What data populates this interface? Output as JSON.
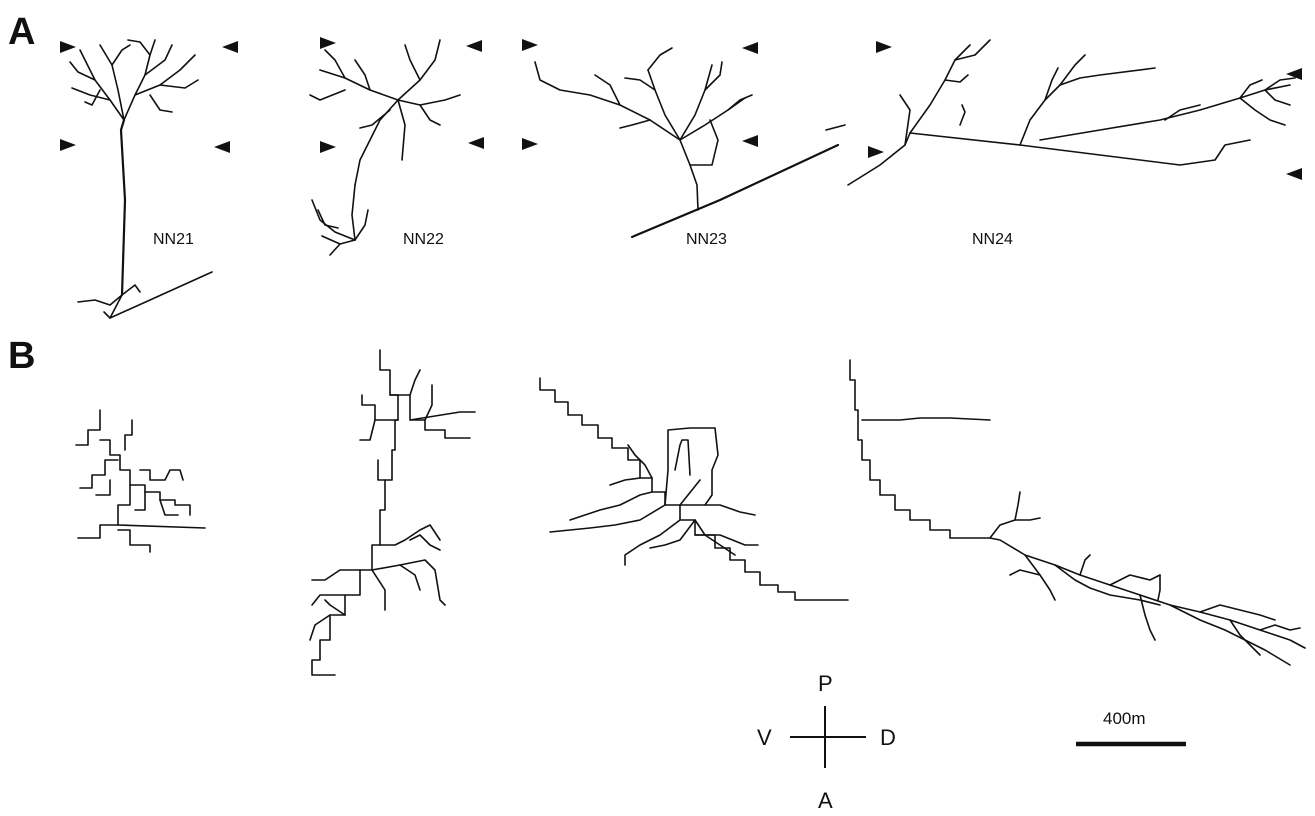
{
  "panels": {
    "a": {
      "letter": "A",
      "neurons": [
        {
          "label": "NN21"
        },
        {
          "label": "NN22"
        },
        {
          "label": "NN23"
        },
        {
          "label": "NN24"
        }
      ]
    },
    "b": {
      "letter": "B"
    }
  },
  "orientation": {
    "posterior": "P",
    "anterior": "A",
    "ventral": "V",
    "dorsal": "D"
  },
  "scale_bar": {
    "label": "400m"
  }
}
